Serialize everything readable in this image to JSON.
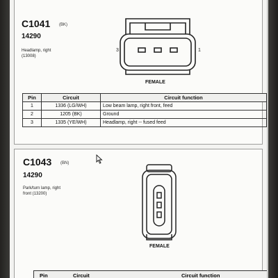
{
  "connector_1": {
    "id": "C1041",
    "color_code": "(BK)",
    "part_number": "14290",
    "description_line1": "Headlamp, right",
    "description_line2": "(13008)",
    "view_label": "FEMALE",
    "pin_left": "3",
    "pin_right": "1"
  },
  "pin_table": {
    "headers": [
      "Pin",
      "Circuit",
      "Circuit function"
    ],
    "rows": [
      {
        "pin": "1",
        "circuit": "1336 (LG/WH)",
        "function": "Low beam lamp, right front, feed"
      },
      {
        "pin": "2",
        "circuit": "1205 (BK)",
        "function": "Ground"
      },
      {
        "pin": "3",
        "circuit": "1335 (YE/WH)",
        "function": "Headlamp, right -- fused feed"
      }
    ]
  },
  "connector_2": {
    "id": "C1043",
    "color_code": "(BN)",
    "part_number": "14290",
    "description_line1": "Park/turn lamp, right",
    "description_line2": "front (13200)",
    "view_label": "FEMALE"
  },
  "partial_table": {
    "headers": [
      "Pin",
      "Circuit",
      "Circuit function"
    ]
  },
  "icons": {
    "cursor": "mouse-pointer-icon",
    "scroll_up": "triangle-up-icon",
    "scroll_down": "triangle-down-icon"
  }
}
